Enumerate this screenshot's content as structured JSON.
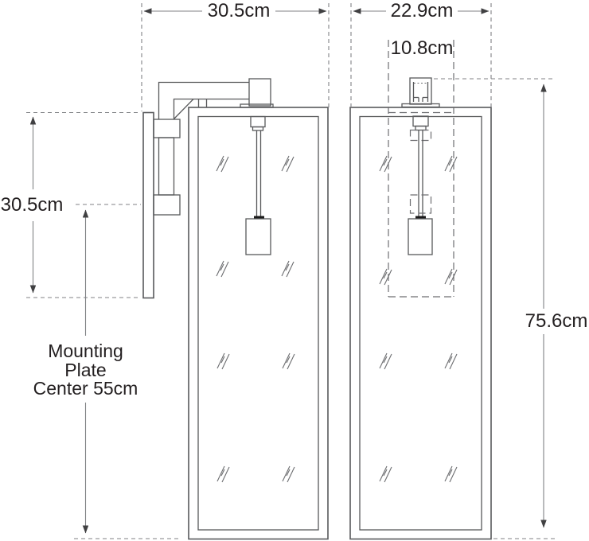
{
  "diagram": {
    "kind": "wall-sconce dimension drawing",
    "views": [
      "side view with mounting arm",
      "front view"
    ],
    "units": "cm"
  },
  "dimensions": {
    "depth_overall": "30.5cm",
    "width_overall": "22.9cm",
    "inner_width": "10.8cm",
    "backplate_height": "30.5cm",
    "overall_height": "75.6cm"
  },
  "mounting_note": {
    "line1": "Mounting",
    "line2": "Plate",
    "line3": "Center 55cm"
  },
  "colors": {
    "background": "#ffffff",
    "line": "#58595b",
    "hidden": "#6d6e71",
    "dim": "#808285",
    "arrow": "#404042",
    "band": "#1a1a1a",
    "text": "#231f20"
  }
}
